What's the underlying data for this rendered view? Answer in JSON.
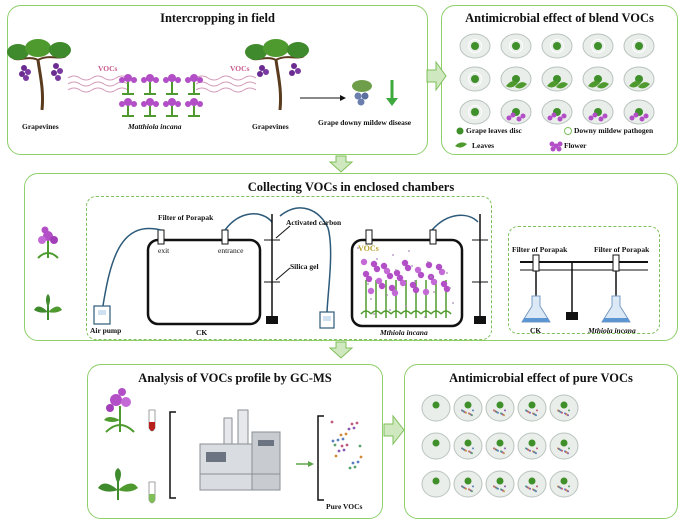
{
  "panels": {
    "intercropping": {
      "title": "Intercropping  in  field",
      "labels": {
        "grapevines_left": "Grapevines",
        "matthiola": "Matthiola incana",
        "grapevines_right": "Grapevines",
        "disease": "Grape downy mildew disease",
        "vocs_left": "VOCs",
        "vocs_right": "VOCs"
      }
    },
    "blend": {
      "title": "Antimicrobial  effect of blend VOCs",
      "legend": {
        "leaf_disc": "Grape leaves disc",
        "pathogen": "Downy mildew pathogen",
        "leaves": "Leaves",
        "flower": "Flower"
      }
    },
    "collecting": {
      "title": "Collecting VOCs in enclosed chambers",
      "labels": {
        "filter_left": "Filter of Porapak",
        "exit": "exit",
        "entrance": "entrance",
        "activated_carbon": "Activated carbon",
        "silica_gel": "Silica gel",
        "air_pump": "Air pump",
        "ck": "CK",
        "mthiola": "Mthiola incana",
        "vocs": "VOCs",
        "filter_right_a": "Filter of Porapak",
        "filter_right_b": "Filter of Porapak",
        "ck_right": "CK",
        "mthiola_right": "Mthiola incana"
      }
    },
    "analysis": {
      "title": "Analysis of VOCs profile by GC-MS",
      "labels": {
        "pure_vocs": "Pure VOCs"
      }
    },
    "pure": {
      "title": "Antimicrobial  effect of pure VOCs"
    }
  },
  "colors": {
    "panel_border": "#8fcf6a",
    "arrow_fill": "#cfe8bf",
    "arrow_stroke": "#7fbf5a",
    "flower": "#b24fc7",
    "leaf": "#4f9a2e",
    "disc": "#3f8f2a",
    "dish": "#e9eeea"
  },
  "icons": [
    "grapevine-icon",
    "flower-plant-icon",
    "leaf-plant-icon",
    "petri-dish-icon",
    "air-pump-icon",
    "flask-icon",
    "gcms-instrument-icon",
    "test-tube-icon"
  ]
}
